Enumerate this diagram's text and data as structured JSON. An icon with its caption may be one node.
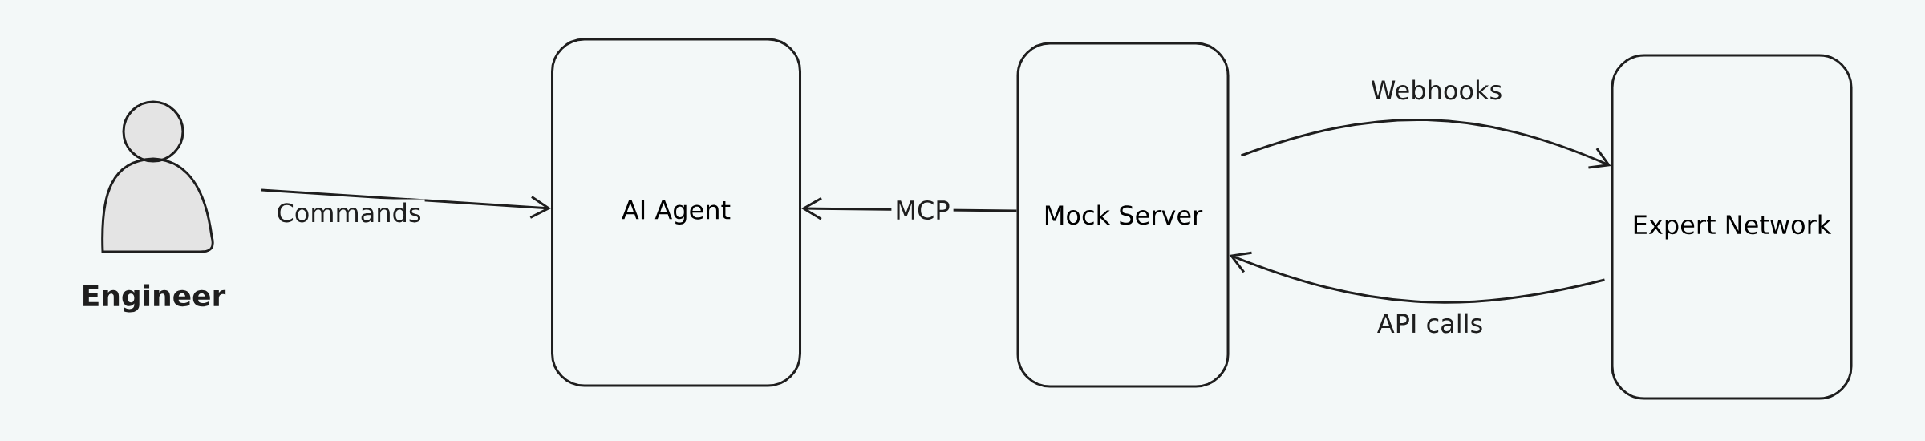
{
  "diagram": {
    "nodes": [
      {
        "text": [
          "Engineer"
        ]
      },
      {
        "text": [
          "AI Agent"
        ]
      },
      {
        "text": [
          "Mock Server"
        ]
      },
      {
        "text": [
          "Expert Network"
        ]
      }
    ],
    "edges": [
      {
        "from": 0,
        "to": 1,
        "arrow": "to",
        "label": "Commands"
      },
      {
        "from": 2,
        "to": 1,
        "arrow": "to",
        "label": "MCP"
      },
      {
        "from": 2,
        "to": 3,
        "arrow": "to",
        "label": "Webhooks"
      },
      {
        "from": 3,
        "to": 2,
        "arrow": "to",
        "label": "API calls"
      }
    ]
  }
}
